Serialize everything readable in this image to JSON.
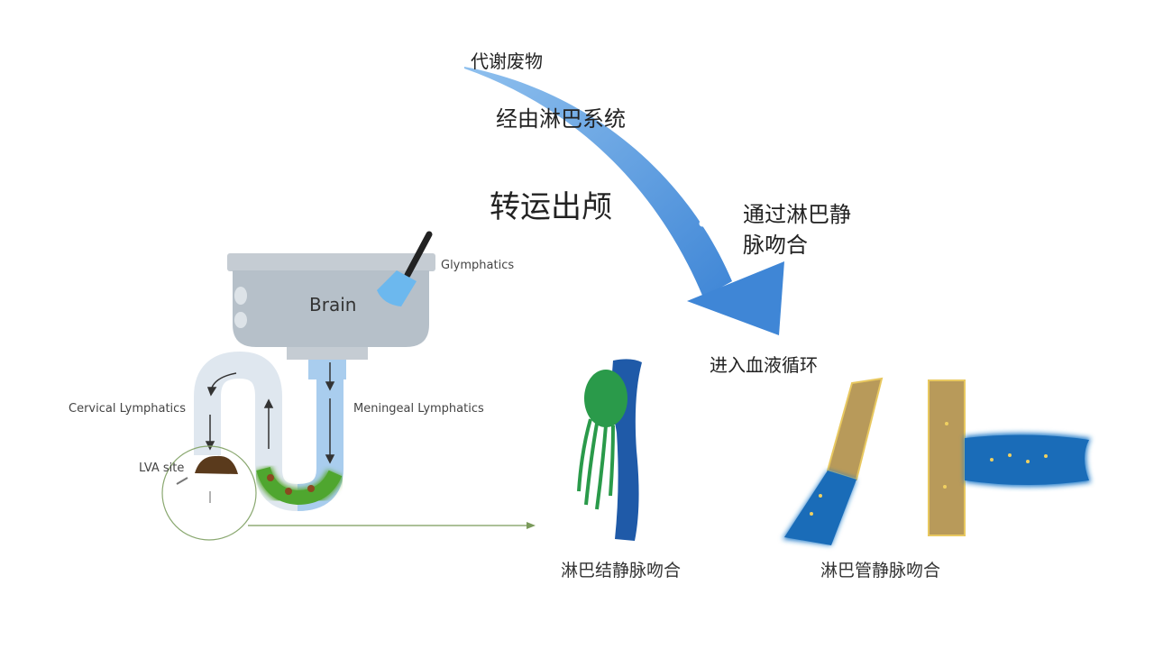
{
  "flow": {
    "step1": "代谢废物",
    "step2": "经由淋巴系统",
    "step3": "转运出颅",
    "step4_line1": "通过淋巴静",
    "step4_line2": "脉吻合",
    "step5": "进入血液循环"
  },
  "sink_diagram": {
    "brain": "Brain",
    "glymphatics": "Glymphatics",
    "cervical": "Cervical Lymphatics",
    "meningeal": "Meningeal Lymphatics",
    "lva_site": "LVA site"
  },
  "captions": {
    "node_venous": "淋巴结静脉吻合",
    "vessel_venous": "淋巴管静脉吻合"
  },
  "colors": {
    "arrow_blue": "#4a8fd8",
    "vein_blue": "#1f5aa8",
    "node_green": "#2a9a4a",
    "lymph_gold": "#c8a04a",
    "sink_gray": "#b9c3cc"
  }
}
